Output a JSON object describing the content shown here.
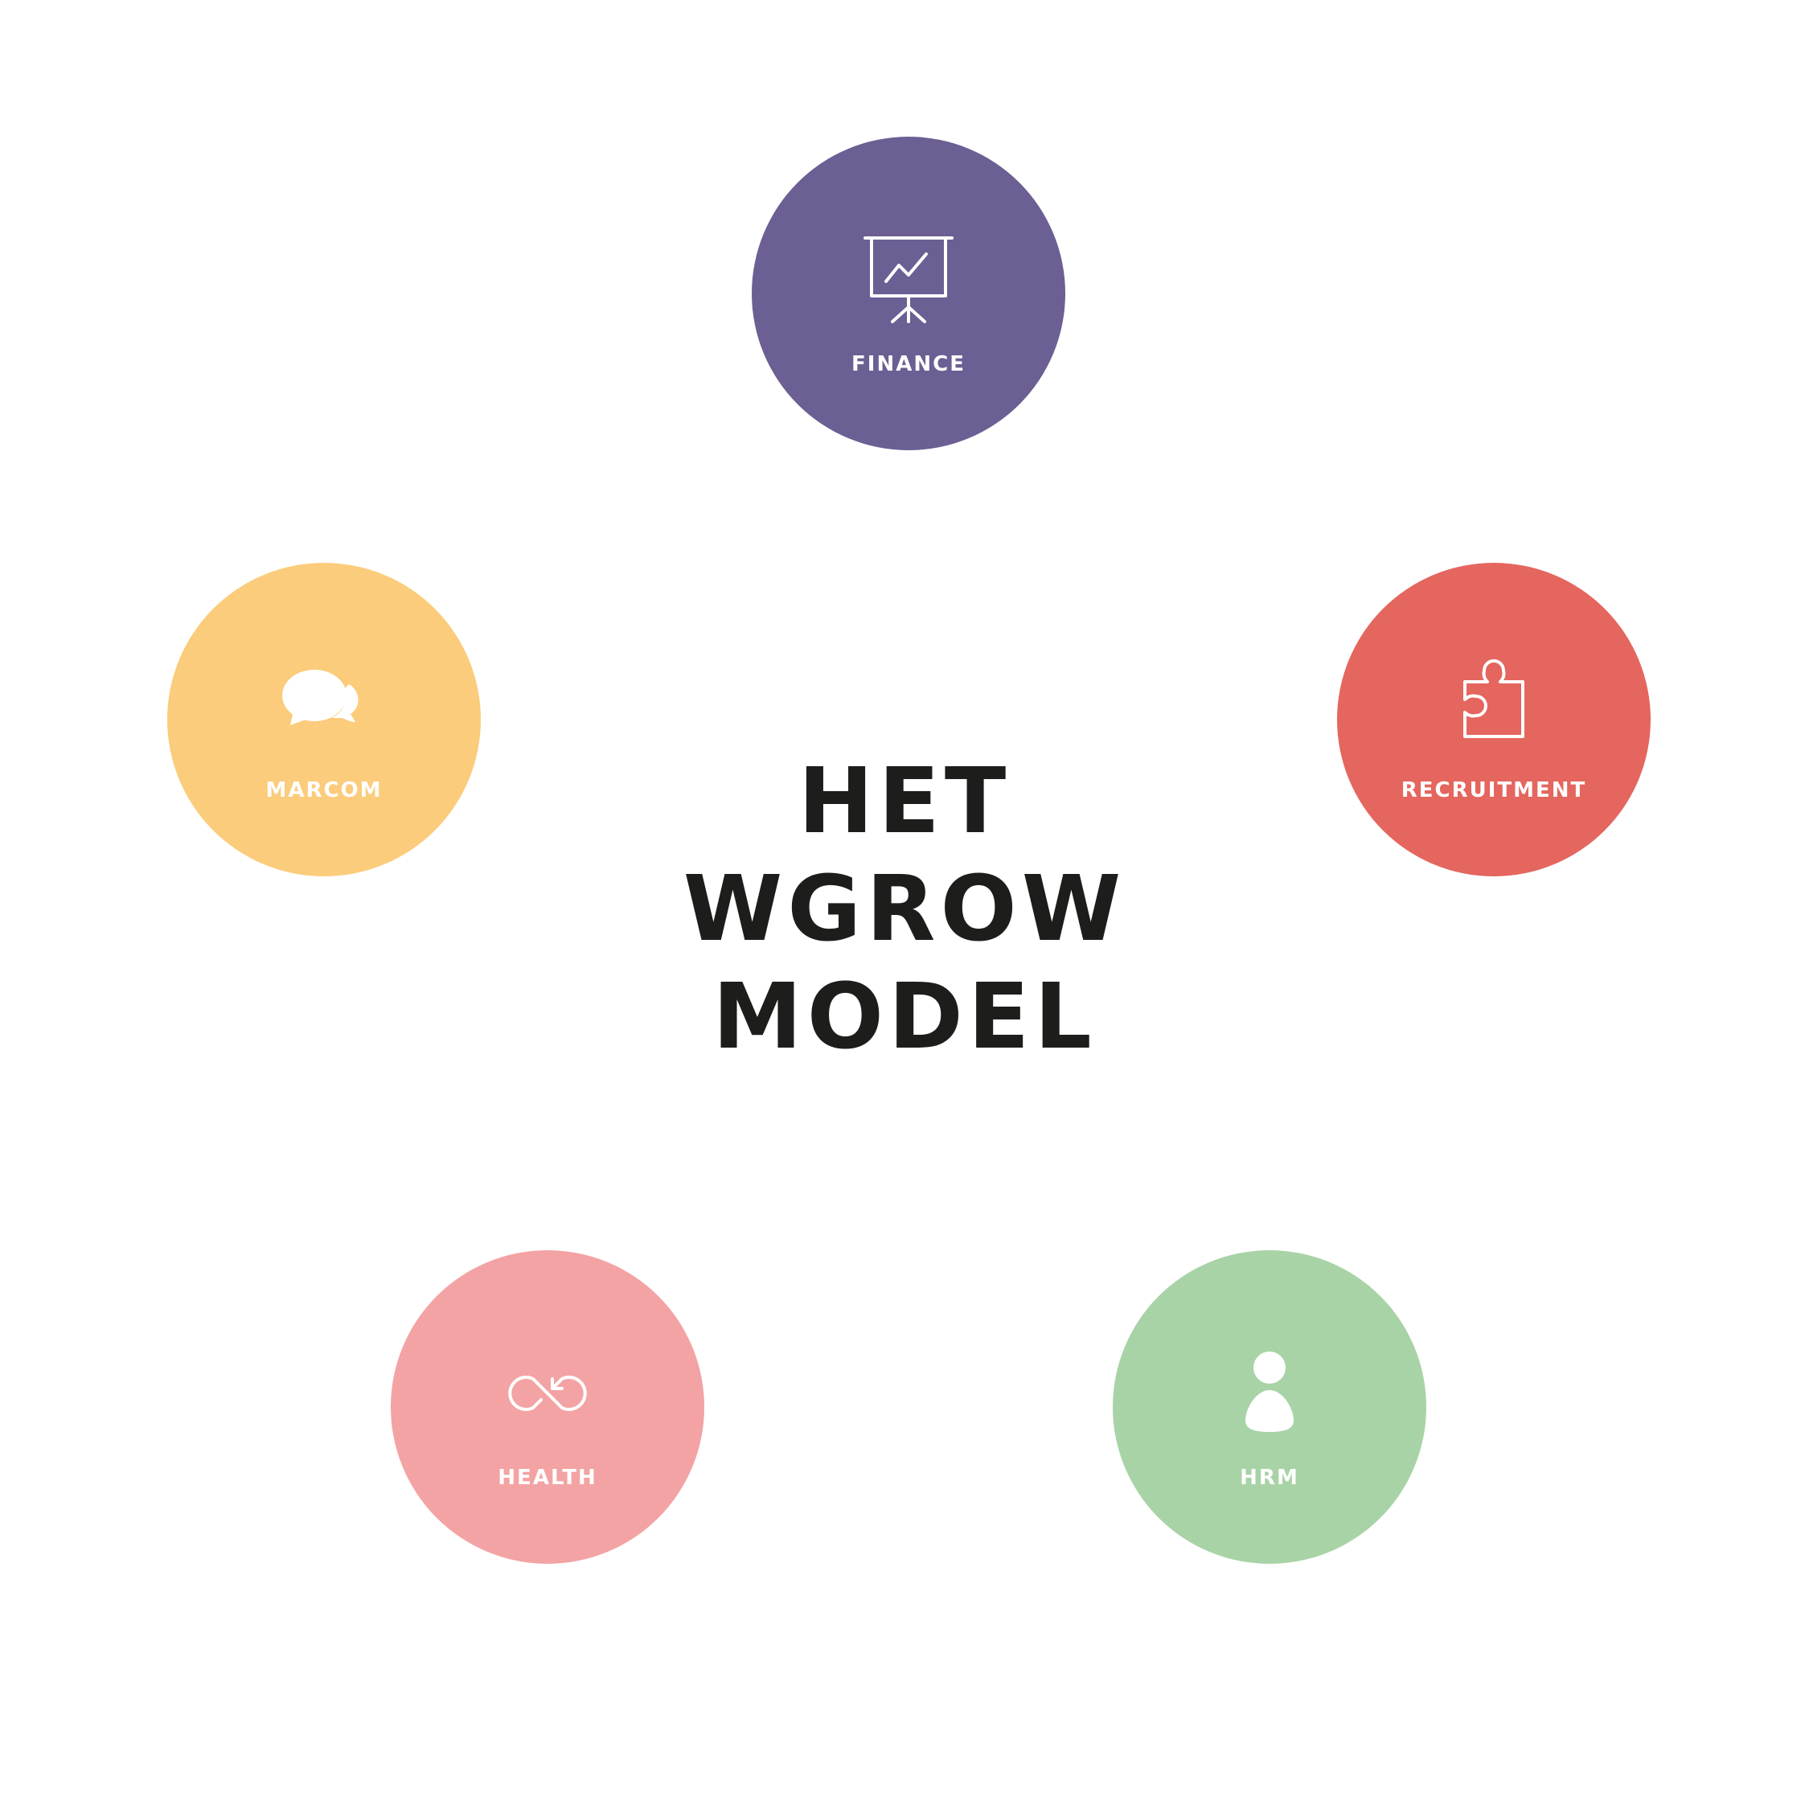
{
  "title": {
    "line1": "HET",
    "line2": "WGROW",
    "line3": "MODEL"
  },
  "nodes": {
    "finance": {
      "label": "FINANCE",
      "color": "#6b5f93",
      "icon": "presentation-chart-icon"
    },
    "recruitment": {
      "label": "RECRUITMENT",
      "color": "#e4665e",
      "icon": "puzzle-piece-icon"
    },
    "hrm": {
      "label": "HRM",
      "color": "#a8d3a6",
      "icon": "person-icon"
    },
    "health": {
      "label": "HEALTH",
      "color": "#f3a3a4",
      "icon": "infinity-loop-icon"
    },
    "marcom": {
      "label": "MARCOM",
      "color": "#fbcc7b",
      "icon": "speech-bubbles-icon"
    }
  }
}
